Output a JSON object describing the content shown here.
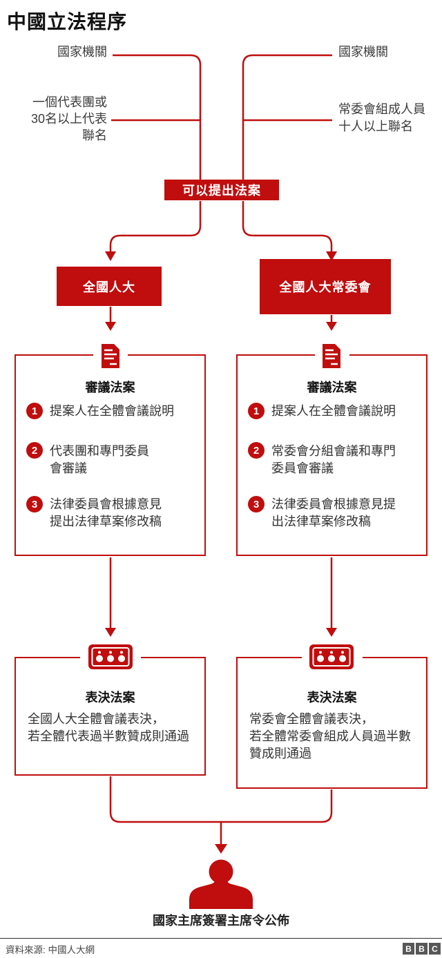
{
  "title": "中國立法程序",
  "colors": {
    "red": "#c00d0d",
    "text": "#333333",
    "heading": "#111111"
  },
  "top": {
    "left_label": "國家機關",
    "right_label": "國家機關",
    "left_note": {
      "line1": "一個代表團或",
      "line2": "30名以上代表",
      "line3": "聯名"
    },
    "right_note": {
      "line1": "常委會組成人員",
      "line2": "十人以上聯名"
    },
    "propose_box": "可以提出法案"
  },
  "branches": {
    "left": {
      "org": "全國人大",
      "review": {
        "heading": "審議法案",
        "items": [
          {
            "num": "1",
            "line1": "提案人在全體會議說明",
            "line2": ""
          },
          {
            "num": "2",
            "line1": "代表團和專門委員",
            "line2": "會審議"
          },
          {
            "num": "3",
            "line1": "法律委員會根據意見",
            "line2": "提出法律草案修改稿"
          }
        ]
      },
      "vote": {
        "heading": "表決法案",
        "line1": "全國人大全體會議表決，",
        "line2": "若全體代表過半數贊成則通過",
        "line3": ""
      }
    },
    "right": {
      "org": "全國人大常委會",
      "review": {
        "heading": "審議法案",
        "items": [
          {
            "num": "1",
            "line1": "提案人在全體會議說明",
            "line2": ""
          },
          {
            "num": "2",
            "line1": "常委會分組會議和專門",
            "line2": "委員會審議"
          },
          {
            "num": "3",
            "line1": "法律委員會根據意見提",
            "line2": "出法律草案修改稿"
          }
        ]
      },
      "vote": {
        "heading": "表決法案",
        "line1": "常委會全體會議表決，",
        "line2": "若全體常委會組成人員過半數",
        "line3": "贊成則通過"
      }
    }
  },
  "final": {
    "caption": "國家主席簽署主席令公佈"
  },
  "footer": {
    "source": "資料來源: 中國人大網",
    "logo": {
      "b1": "B",
      "b2": "B",
      "b3": "C"
    }
  }
}
